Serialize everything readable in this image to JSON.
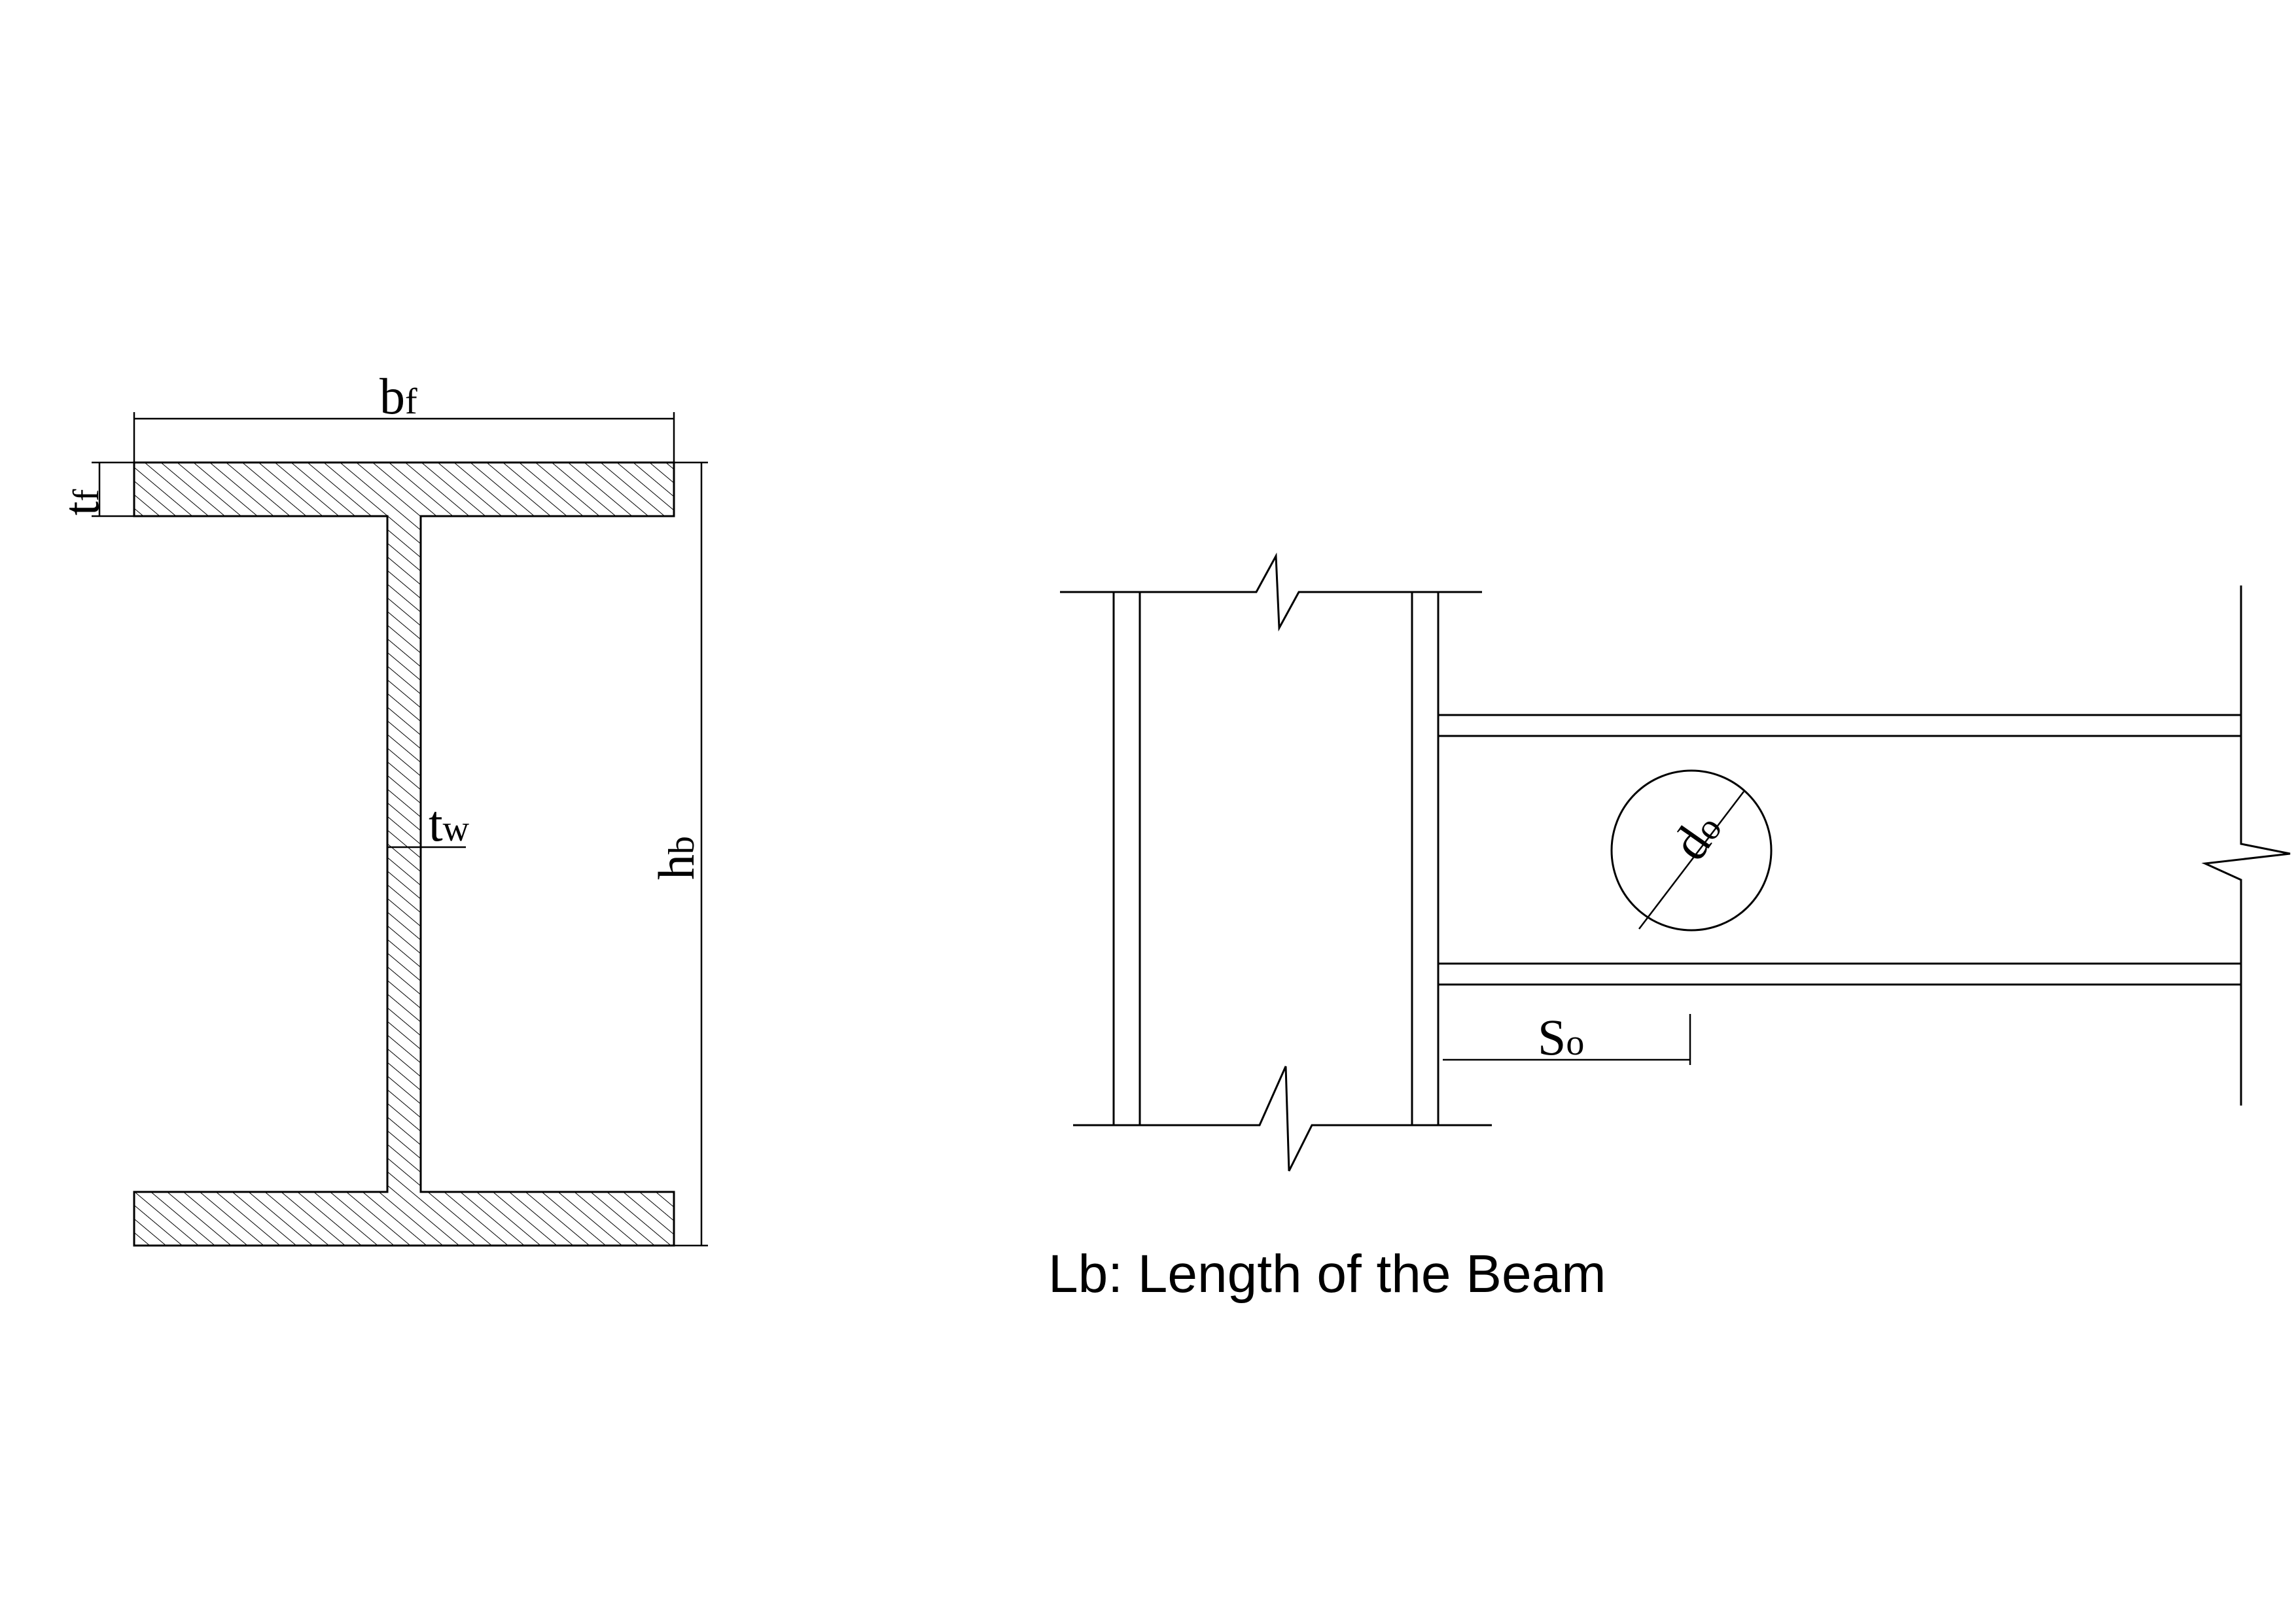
{
  "section": {
    "flange_width": {
      "main": "b",
      "sub": "f"
    },
    "flange_thickness": {
      "main": "t",
      "sub": "f"
    },
    "web_thickness": {
      "main": "t",
      "sub": "w"
    },
    "beam_height": {
      "main": "h",
      "sub": "b"
    }
  },
  "elevation": {
    "opening_diameter": {
      "main": "d",
      "sub": "o"
    },
    "opening_distance": {
      "main": "S",
      "sub": "o"
    }
  },
  "caption": "Lb: Length of the Beam"
}
